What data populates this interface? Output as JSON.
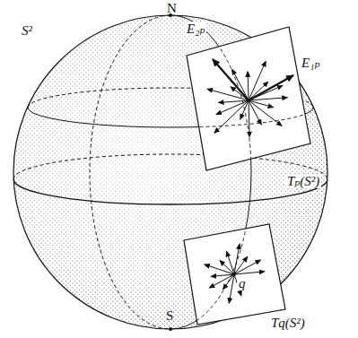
{
  "diagram": {
    "labels": [
      "N",
      "S²",
      "E₂ₚ",
      "E₁ₚ",
      "Tₚ(S²)",
      "q",
      "Tq(S²)",
      "S"
    ]
  }
}
